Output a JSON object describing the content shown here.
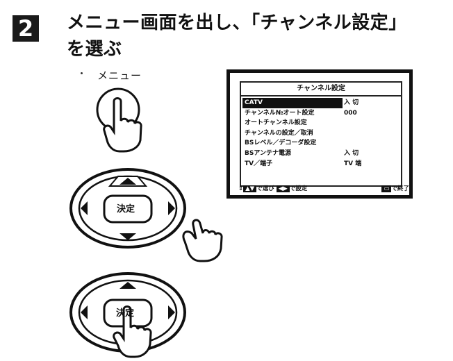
{
  "step": {
    "number": "2"
  },
  "heading": {
    "line1": "メニュー画面を出し、「チャンネル設定」",
    "line2": "を選ぶ"
  },
  "illustration": {
    "menu_label": "メニュー",
    "enter_label_top": "決定",
    "enter_label_bottom": "決定"
  },
  "tv_screen": {
    "title": "チャンネル設定",
    "items": [
      {
        "label": "CATV",
        "selected": true
      },
      {
        "label": "チャンネル№オート設定",
        "selected": false
      },
      {
        "label": "オートチャンネル設定",
        "selected": false
      },
      {
        "label": "チャンネルの設定／取消",
        "selected": false
      },
      {
        "label": "BSレベル／デコーダ設定",
        "selected": false
      },
      {
        "label": "BSアンテナ電源",
        "selected": false
      },
      {
        "label": "TV／端子",
        "selected": false
      }
    ],
    "values": [
      "入 切",
      "000",
      "",
      "",
      "",
      "入 切",
      "TV 端"
    ],
    "footer_left": "で選び",
    "footer_mid": "で設定",
    "footer_right": "で終了"
  }
}
